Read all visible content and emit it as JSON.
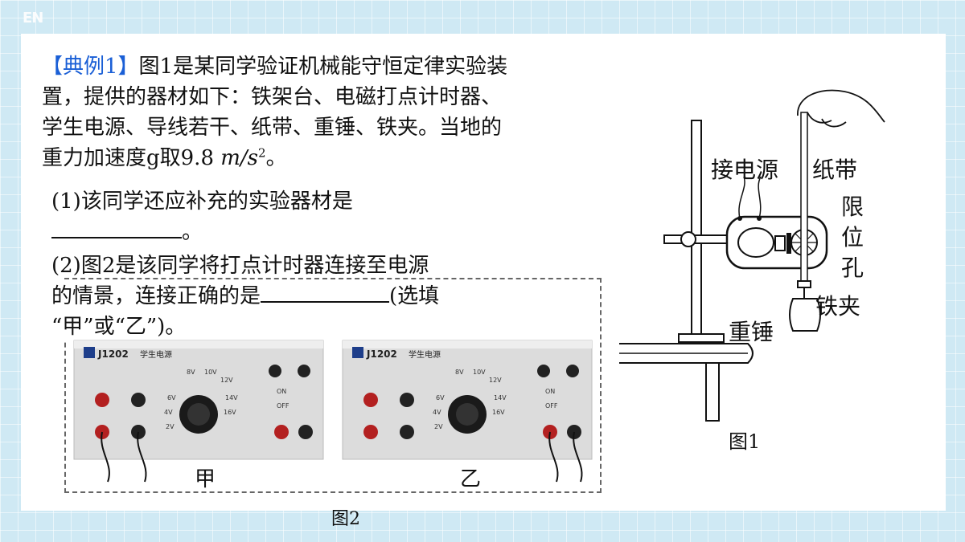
{
  "logo_text": "EN",
  "question": {
    "tag": "【典例1】",
    "line1_rest": "图1是某同学验证机械能守恒定律实验装",
    "line2": "置，提供的器材如下：铁架台、电磁打点计时器、",
    "line3": "学生电源、导线若干、纸带、重锤、铁夹。当地的",
    "line4_pre": "重力加速度g取9.8 ",
    "line4_unit": "m/s",
    "line4_exp": "2",
    "line4_end": "。",
    "part1_line1": "(1)该同学还应补充的实验器材是",
    "part1_end": "。",
    "part2_line1": "(2)图2是该同学将打点计时器连接至电源",
    "part2_line2_pre": "的情景，连接正确的是",
    "part2_line2_post": "(选填",
    "part2_line3": "“甲”或“乙”)。"
  },
  "figure2": {
    "caption": "图2",
    "panel_left_label": "甲",
    "panel_right_label": "乙",
    "device_model": "J1202",
    "device_name": "学生电源",
    "voltage_labels": [
      "2V",
      "4V",
      "6V",
      "8V",
      "10V",
      "12V",
      "14V",
      "16V"
    ],
    "switch_label": "ON",
    "switch_off_label": "OFF"
  },
  "figure1": {
    "caption": "图1",
    "label_power": "接电源",
    "label_tape": "纸带",
    "label_limit": [
      "限",
      "位",
      "孔"
    ],
    "label_clamp": "铁夹",
    "label_weight": "重锤"
  }
}
